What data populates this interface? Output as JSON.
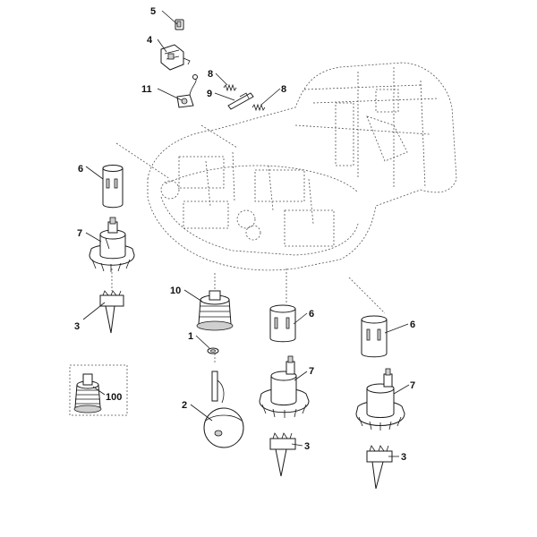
{
  "callouts": {
    "c1": "1",
    "c2": "2",
    "c3a": "3",
    "c3b": "3",
    "c3c": "3",
    "c4": "4",
    "c5": "5",
    "c6a": "6",
    "c6b": "6",
    "c6c": "6",
    "c7a": "7",
    "c7b": "7",
    "c7c": "7",
    "c8a": "8",
    "c8b": "8",
    "c9": "9",
    "c10": "10",
    "c11": "11",
    "c100": "100"
  }
}
